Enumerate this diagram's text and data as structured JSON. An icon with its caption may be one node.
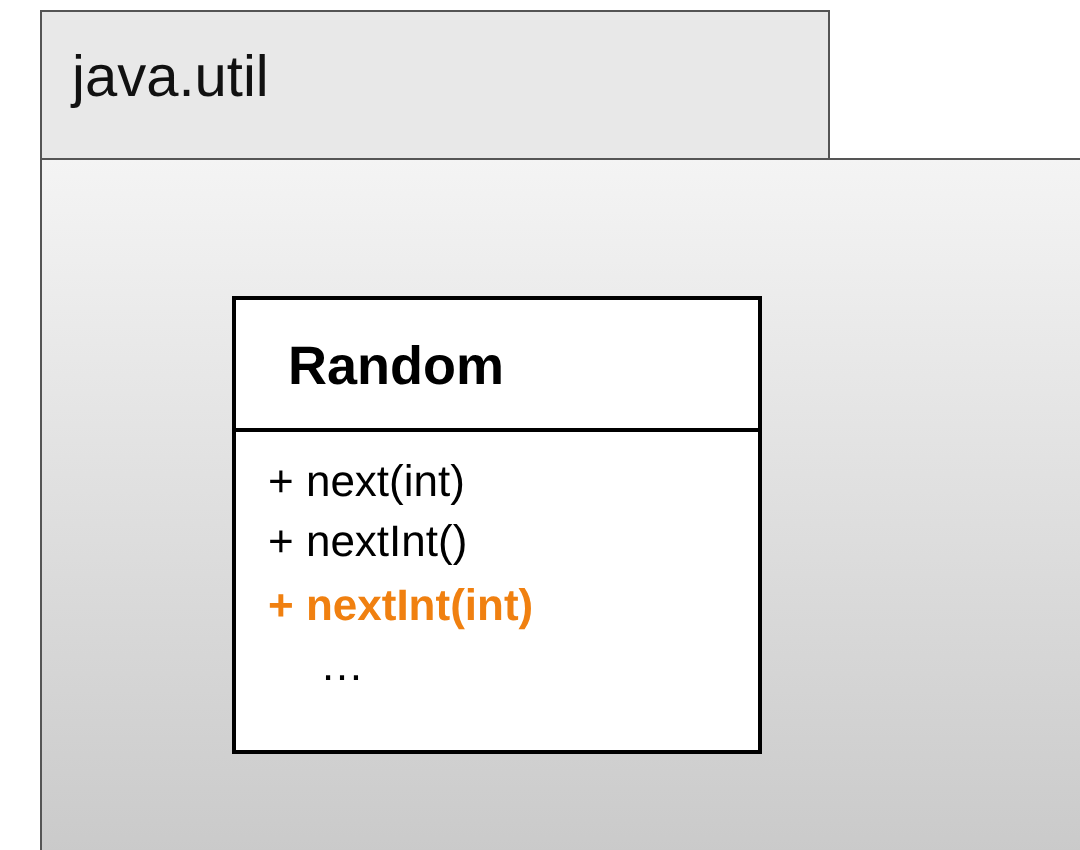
{
  "diagram": {
    "nodes": [
      {
        "text": [
          "java.util"
        ]
      },
      {
        "text": [
          "Random",
          "+ next(int)",
          "+ nextInt()",
          "+ nextInt(int)",
          "…"
        ],
        "in": 0
      }
    ]
  }
}
